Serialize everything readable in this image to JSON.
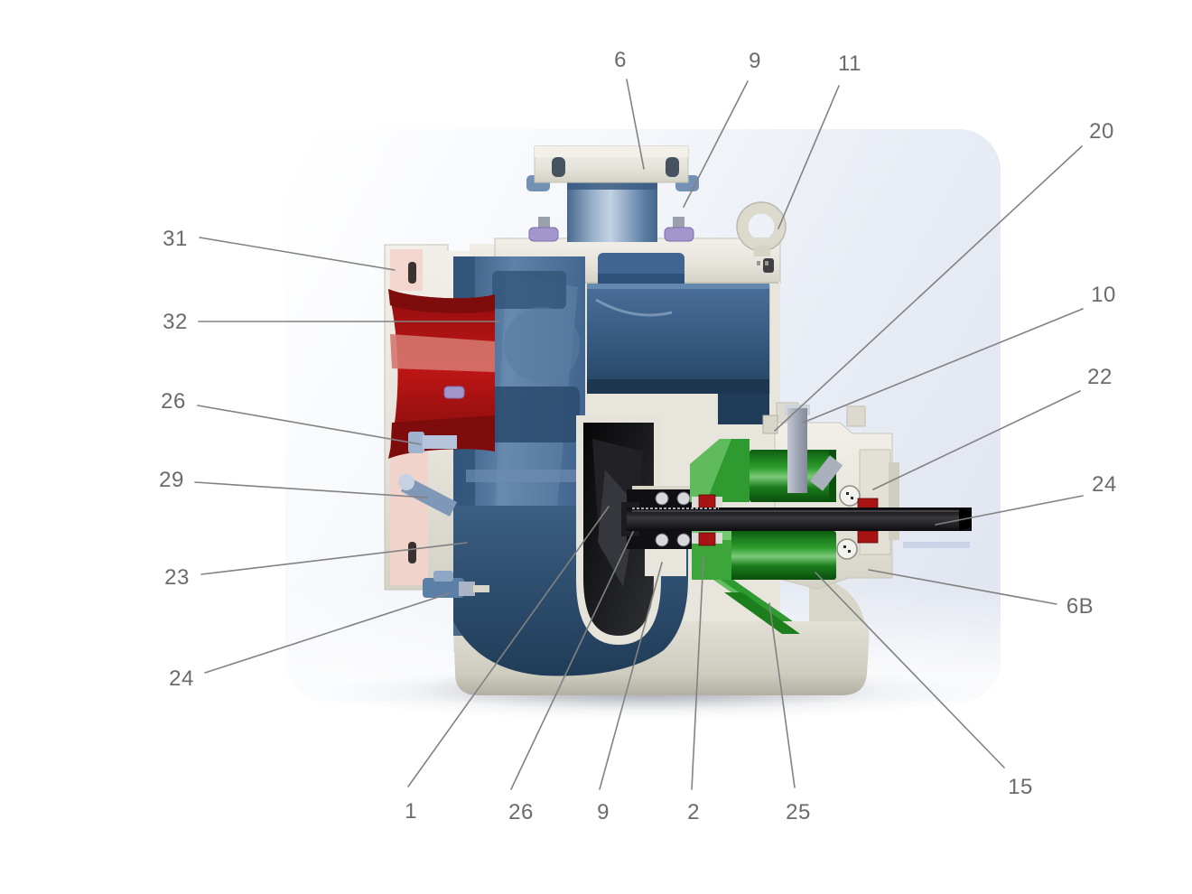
{
  "figure": {
    "type": "technical-diagram",
    "subject": "Self-priming centrifugal pump cutaway cross-section with numbered part callouts",
    "labels": [
      {
        "id": "callout-6-top",
        "text": "6"
      },
      {
        "id": "callout-9-top",
        "text": "9"
      },
      {
        "id": "callout-11",
        "text": "11"
      },
      {
        "id": "callout-20",
        "text": "20"
      },
      {
        "id": "callout-10",
        "text": "10"
      },
      {
        "id": "callout-22",
        "text": "22"
      },
      {
        "id": "callout-24-right",
        "text": "24"
      },
      {
        "id": "callout-6B",
        "text": "6B"
      },
      {
        "id": "callout-15",
        "text": "15"
      },
      {
        "id": "callout-31",
        "text": "31"
      },
      {
        "id": "callout-32",
        "text": "32"
      },
      {
        "id": "callout-26-left",
        "text": "26"
      },
      {
        "id": "callout-29",
        "text": "29"
      },
      {
        "id": "callout-23",
        "text": "23"
      },
      {
        "id": "callout-24-left",
        "text": "24"
      },
      {
        "id": "callout-1",
        "text": "1"
      },
      {
        "id": "callout-26-bottom",
        "text": "26"
      },
      {
        "id": "callout-9-bottom",
        "text": "9"
      },
      {
        "id": "callout-2",
        "text": "2"
      },
      {
        "id": "callout-25",
        "text": "25"
      }
    ],
    "palette": {
      "casing_cream": "#e7e5dc",
      "casing_shadow": "#c2bfb2",
      "volute_blue": "#4e6f95",
      "interior_navy": "#24435f",
      "inlet_red": "#b01111",
      "flange_pink": "#f3d6cd",
      "bearing_green": "#2f9a2f",
      "bearing_green_dark": "#0c5e10",
      "shaft_black": "#121214",
      "seal_red": "#a81414",
      "hardware_lavender": "#a396cc",
      "leader_line_gray": "#828282",
      "label_text_gray": "#6b6b6b",
      "panel_tint": "#e4e8f2"
    }
  }
}
